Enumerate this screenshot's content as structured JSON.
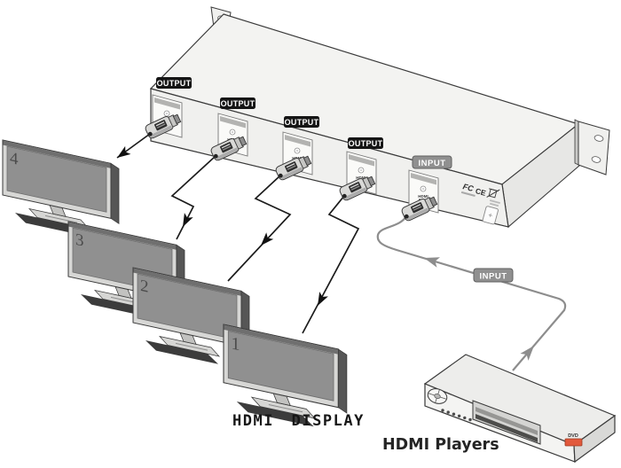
{
  "device": {
    "output_labels": [
      "OUTPUT",
      "OUTPUT",
      "OUTPUT",
      "OUTPUT"
    ],
    "input_label": "INPUT",
    "port_label": "HDMI",
    "cert_fcc": "FC",
    "cert_ce": "CE"
  },
  "input_cable": {
    "label": "INPUT"
  },
  "displays": {
    "caption": "HDMI DISPLAY",
    "numbers": [
      "4",
      "3",
      "2",
      "1"
    ]
  },
  "player": {
    "caption": "HDMI Players",
    "badge": "DVD"
  },
  "colors": {
    "output_label_bg": "#151515",
    "input_label_bg": "#909090",
    "label_text": "#ffffff",
    "device_body": "#f3f3f1",
    "tv_screen": "#909090",
    "output_cable": "#1c1c1c",
    "input_cable": "#8d8d8d",
    "dvd_badge": "#e2593c"
  }
}
